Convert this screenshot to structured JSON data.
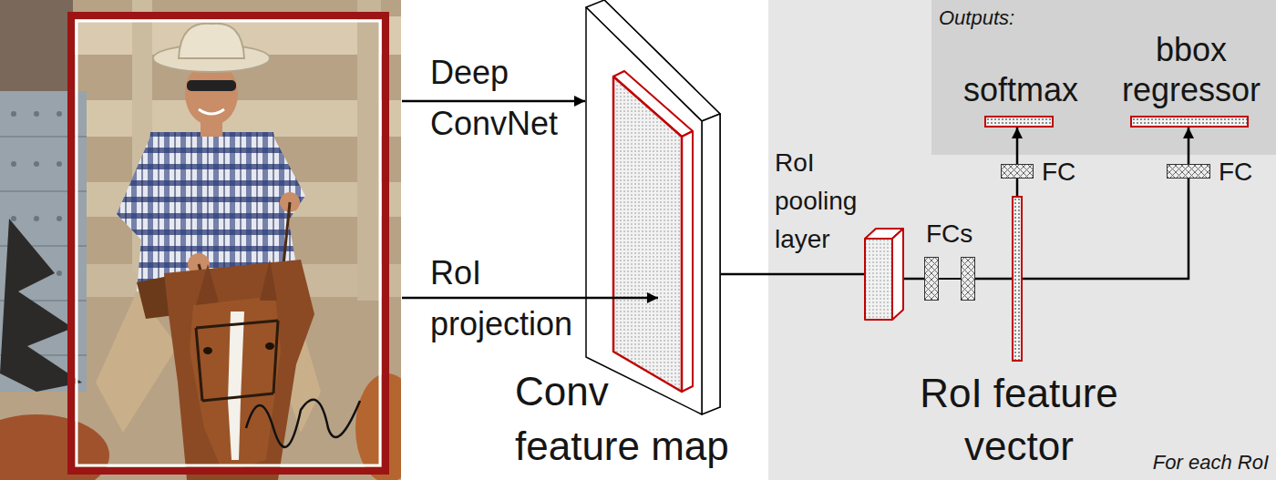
{
  "diagram": {
    "nodes": [
      {
        "text": [
          "Conv feature map"
        ]
      },
      {
        "text": [
          "For each RoI"
        ]
      },
      {
        "text": [
          "RoI pooling layer"
        ],
        "in": 1
      },
      {
        "text": [
          "FCs"
        ],
        "in": 1
      },
      {
        "text": [
          "RoI feature vector"
        ],
        "in": 1
      },
      {
        "text": [
          "Outputs:"
        ],
        "in": 1
      },
      {
        "text": [
          "softmax"
        ],
        "in": 5
      },
      {
        "text": [
          "bbox regressor"
        ],
        "in": 5
      },
      {
        "text": [
          "FC"
        ],
        "in": 1
      },
      {
        "text": [
          "FC"
        ],
        "in": 1
      }
    ],
    "edges": [
      {
        "from": 0,
        "to": 2,
        "arrow": "none"
      },
      {
        "from": 2,
        "to": 3,
        "arrow": "none"
      },
      {
        "from": 3,
        "to": 4,
        "arrow": "none"
      },
      {
        "from": 4,
        "to": 8,
        "arrow": "none"
      },
      {
        "from": 8,
        "to": 6,
        "arrow": "to"
      },
      {
        "from": 4,
        "to": 9,
        "arrow": "none"
      },
      {
        "from": 9,
        "to": 7,
        "arrow": "to"
      }
    ],
    "labels": [
      "Deep ConvNet",
      "RoI projection"
    ]
  }
}
